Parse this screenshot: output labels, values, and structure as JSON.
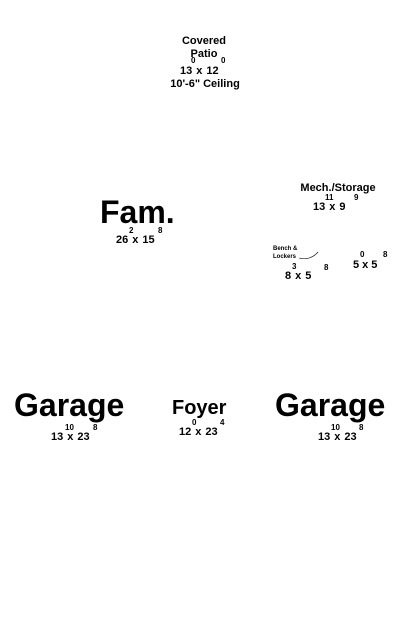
{
  "rooms": {
    "patio": {
      "name_line1": "Covered",
      "name_line2": "Patio",
      "width": "13",
      "width_inches": "0",
      "depth": "12",
      "depth_inches": "0",
      "ceiling": "10'-6\" Ceiling"
    },
    "fam": {
      "name": "Fam.",
      "width": "26",
      "width_inches": "2",
      "depth": "15",
      "depth_inches": "8"
    },
    "mech": {
      "name": "Mech./Storage",
      "width": "13",
      "width_inches": "11",
      "depth": "9",
      "depth_inches": "9"
    },
    "bench": {
      "name_line1": "Bench &",
      "name_line2": "Lockers",
      "width": "8",
      "width_inches": "3",
      "depth": "5",
      "depth_inches": "8"
    },
    "closet": {
      "width": "5",
      "width_inches": "0",
      "depth": "5",
      "depth_inches": "8"
    },
    "garage_left": {
      "name": "Garage",
      "width": "13",
      "width_inches": "10",
      "depth": "23",
      "depth_inches": "8"
    },
    "foyer": {
      "name": "Foyer",
      "width": "12",
      "width_inches": "0",
      "depth": "23",
      "depth_inches": "4"
    },
    "garage_right": {
      "name": "Garage",
      "width": "13",
      "width_inches": "10",
      "depth": "23",
      "depth_inches": "8"
    }
  },
  "separator": "x",
  "colors": {
    "text": "#000000",
    "background": "#ffffff"
  }
}
